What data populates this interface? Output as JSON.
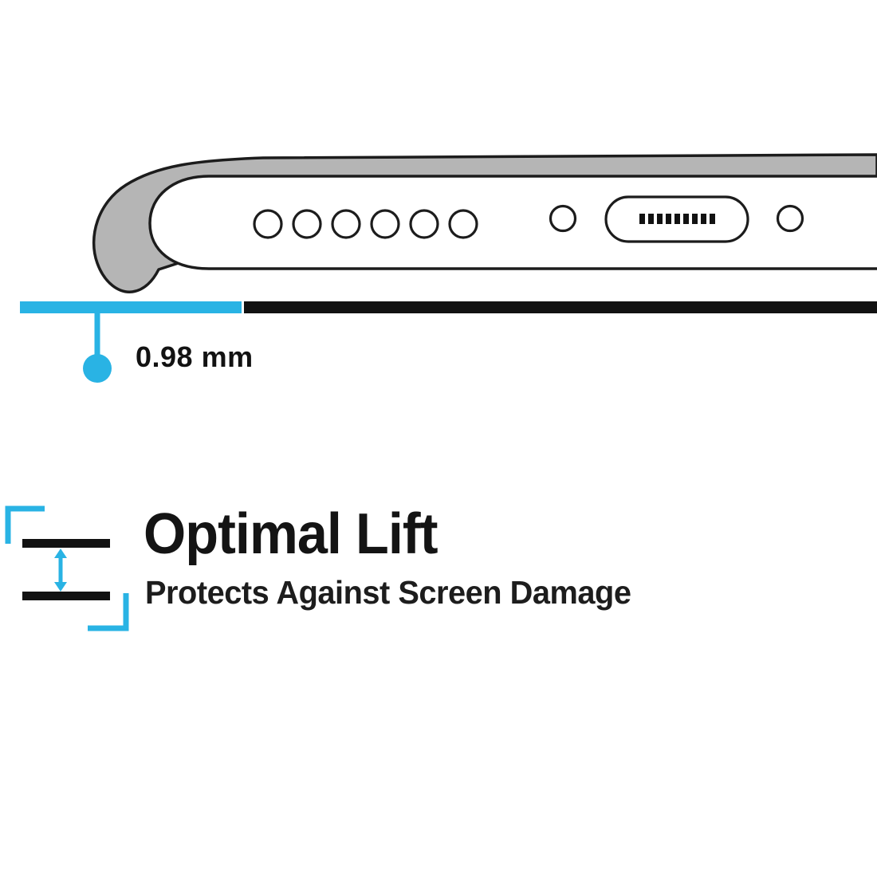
{
  "colors": {
    "accent": "#29b3e4",
    "case_gray": "#b5b5b5",
    "ink": "#121212",
    "outline": "#1c1c1c"
  },
  "measurement": {
    "value": "0.98 mm"
  },
  "feature": {
    "title": "Optimal Lift",
    "subtitle": "Protects Against Screen Damage"
  },
  "illustration": {
    "subject": "phone-bottom-edge-in-case",
    "speaker_hole_count": 6,
    "icons": [
      "case-corner-icon",
      "speaker-holes-icon",
      "microphone-hole-icon",
      "charging-port-icon",
      "fastener-hole-icon",
      "lift-gap-icon"
    ]
  }
}
